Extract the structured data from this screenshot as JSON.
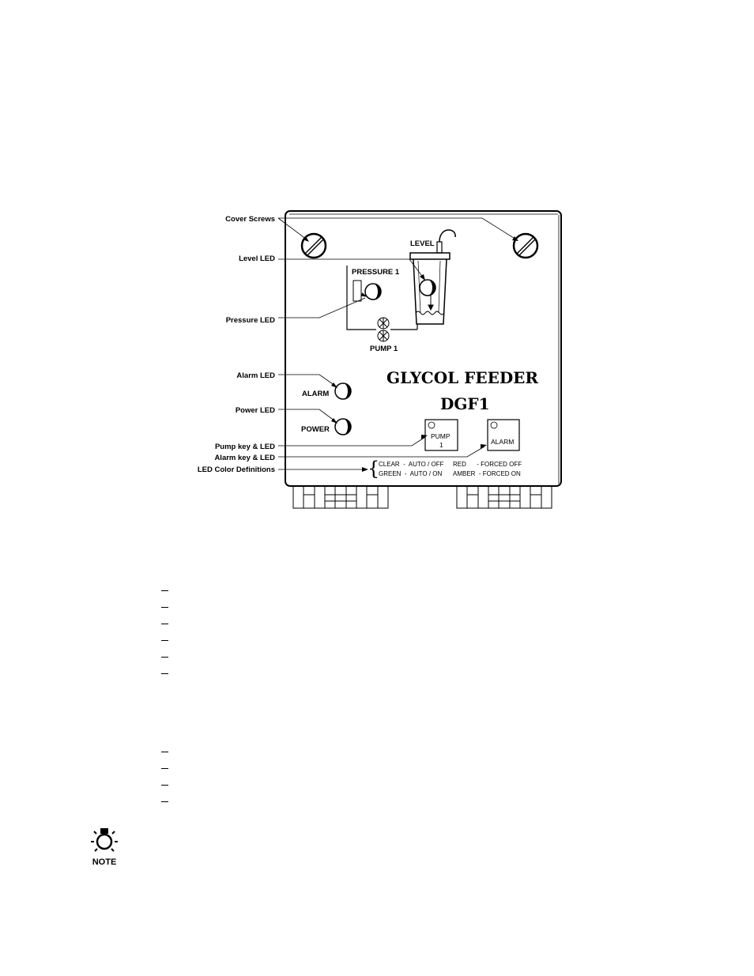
{
  "callouts": {
    "cover_screws": "Cover Screws",
    "level_led": "Level LED",
    "pressure_led": "Pressure LED",
    "alarm_led": "Alarm LED",
    "power_led": "Power LED",
    "pump_key": "Pump key & LED",
    "alarm_key": "Alarm key & LED",
    "led_defs": "LED Color Definitions"
  },
  "panel": {
    "title_line1": "GLYCOL FEEDER",
    "title_line2": "DGF1",
    "level_label": "LEVEL",
    "pressure_label": "PRESSURE 1",
    "pump_label": "PUMP 1",
    "alarm_label": "ALARM",
    "power_label": "POWER",
    "pump_key_line1": "PUMP",
    "pump_key_line2": "1",
    "alarm_key_label": "ALARM"
  },
  "legend": {
    "row1_left": "CLEAR  -  AUTO / OFF",
    "row1_right": "RED      - FORCED OFF",
    "row2_left": "GREEN  -  AUTO / ON",
    "row2_right": "AMBER  - FORCED ON"
  },
  "note": {
    "label": "NOTE",
    "icon": "lightbulb-icon"
  }
}
